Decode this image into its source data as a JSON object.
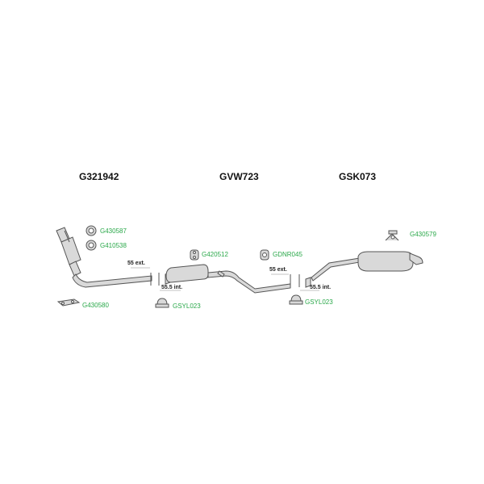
{
  "diagram": {
    "assemblies": [
      {
        "code": "G321942"
      },
      {
        "code": "GVW723"
      },
      {
        "code": "GSK073"
      }
    ],
    "parts": [
      {
        "code": "G430587"
      },
      {
        "code": "G410538"
      },
      {
        "code": "G430580"
      },
      {
        "code": "G420512"
      },
      {
        "code": "GSYL023"
      },
      {
        "code": "GDNR045"
      },
      {
        "code": "GSYL023"
      },
      {
        "code": "G430579"
      }
    ],
    "dimensions": {
      "ext_1": "55 ext.",
      "int_1": "55.5 int.",
      "ext_2": "55 ext.",
      "int_2": "55.5 int."
    },
    "colors": {
      "part_label": "#2aa84a",
      "line": "#555555",
      "fill": "#d9d9d9"
    }
  }
}
